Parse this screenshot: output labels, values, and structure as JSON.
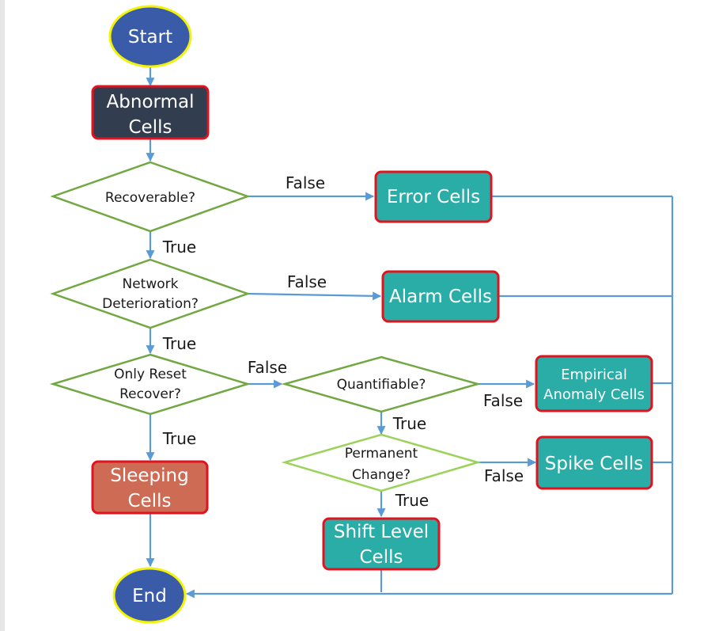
{
  "nodes": {
    "start": "Start",
    "abnormal_1": "Abnormal",
    "abnormal_2": "Cells",
    "recoverable": "Recoverable?",
    "error_cells": "Error Cells",
    "network_1": "Network",
    "network_2": "Deterioration?",
    "alarm_cells": "Alarm Cells",
    "only_reset_1": "Only Reset",
    "only_reset_2": "Recover?",
    "quantifiable": "Quantifiable?",
    "empirical_1": "Empirical",
    "empirical_2": "Anomaly Cells",
    "permanent_1": "Permanent",
    "permanent_2": "Change?",
    "spike_cells": "Spike Cells",
    "sleeping_1": "Sleeping",
    "sleeping_2": "Cells",
    "shift_1": "Shift Level",
    "shift_2": "Cells",
    "end": "End"
  },
  "edges": {
    "false": "False",
    "true": "True"
  },
  "colors": {
    "ellipse_fill": "#3a5ba8",
    "ellipse_stroke": "#f2f20a",
    "abnormal_fill": "#323e50",
    "box_stroke": "#e0141e",
    "teal_fill": "#2aada7",
    "sleeping_fill": "#cd6b55",
    "diamond_stroke": "#72a843",
    "diamond_stroke_light": "#9bd35a",
    "arrow": "#5b9bd5"
  }
}
